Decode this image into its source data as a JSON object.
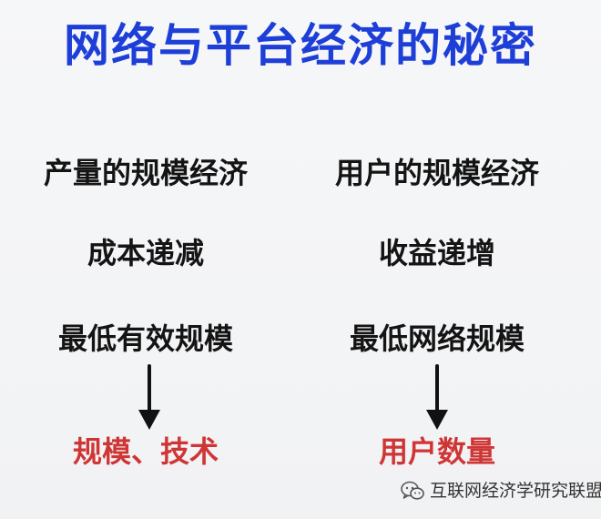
{
  "title": "网络与平台经济的秘密",
  "left": {
    "row1": "产量的规模经济",
    "row2": "成本递减",
    "row3": "最低有效规模",
    "result": "规模、技术"
  },
  "right": {
    "row1": "用户的规模经济",
    "row2": "收益递增",
    "row3": "最低网络规模",
    "result": "用户数量"
  },
  "watermark": {
    "text": "互联网经济学研究联盟",
    "icon": "wechat-icon"
  },
  "colors": {
    "title": "#1d3fd8",
    "result": "#d03535",
    "text": "#141414"
  }
}
